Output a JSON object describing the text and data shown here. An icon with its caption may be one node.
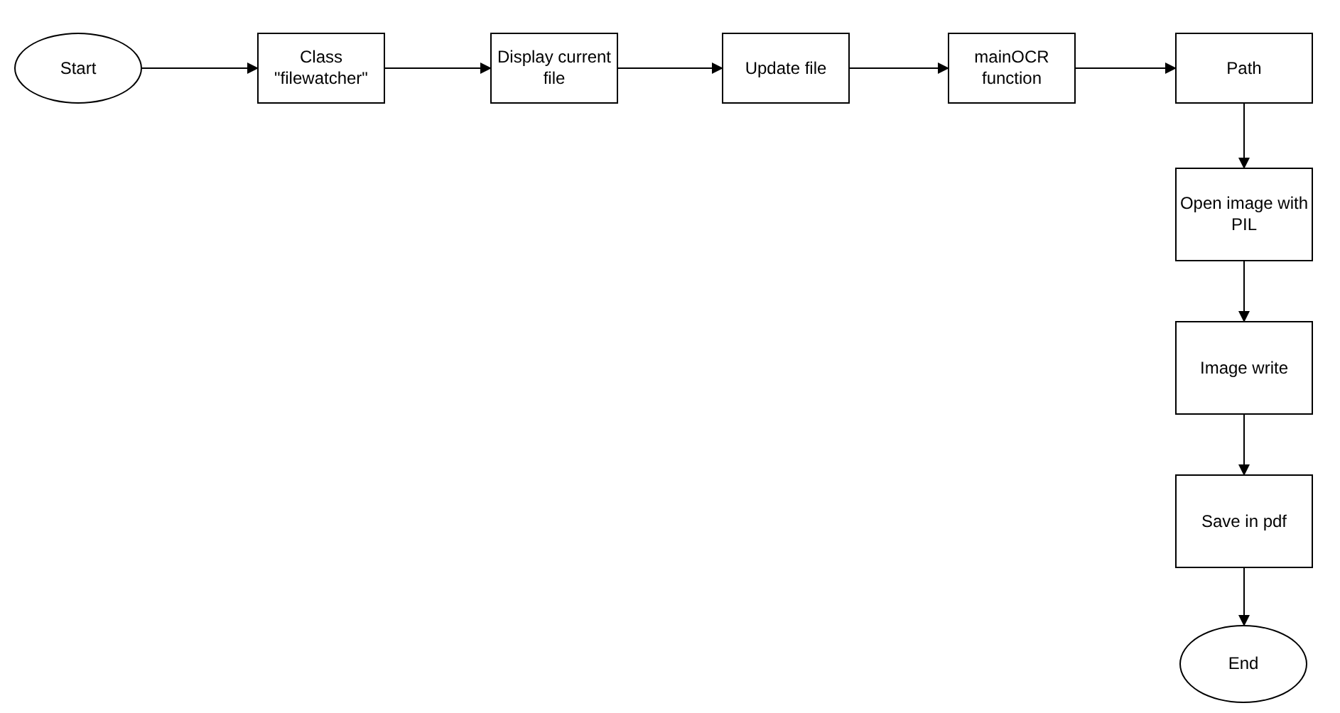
{
  "diagram": {
    "nodes": [
      {
        "text": [
          "Start"
        ]
      },
      {
        "text": [
          "Class \"filewatcher\""
        ]
      },
      {
        "text": [
          "Display current file"
        ]
      },
      {
        "text": [
          "Update file"
        ]
      },
      {
        "text": [
          "mainOCR function"
        ]
      },
      {
        "text": [
          "Path"
        ]
      },
      {
        "text": [
          "Open image with PIL"
        ]
      },
      {
        "text": [
          "Image write"
        ]
      },
      {
        "text": [
          "Save in pdf"
        ]
      },
      {
        "text": [
          "End"
        ]
      }
    ],
    "edges": [
      {
        "from": 0,
        "to": 1,
        "arrow": "to"
      },
      {
        "from": 1,
        "to": 2,
        "arrow": "to"
      },
      {
        "from": 2,
        "to": 3,
        "arrow": "to"
      },
      {
        "from": 3,
        "to": 4,
        "arrow": "to"
      },
      {
        "from": 4,
        "to": 5,
        "arrow": "to"
      },
      {
        "from": 5,
        "to": 6,
        "arrow": "to"
      },
      {
        "from": 6,
        "to": 7,
        "arrow": "to"
      },
      {
        "from": 7,
        "to": 8,
        "arrow": "to"
      },
      {
        "from": 8,
        "to": 9,
        "arrow": "to"
      }
    ]
  }
}
